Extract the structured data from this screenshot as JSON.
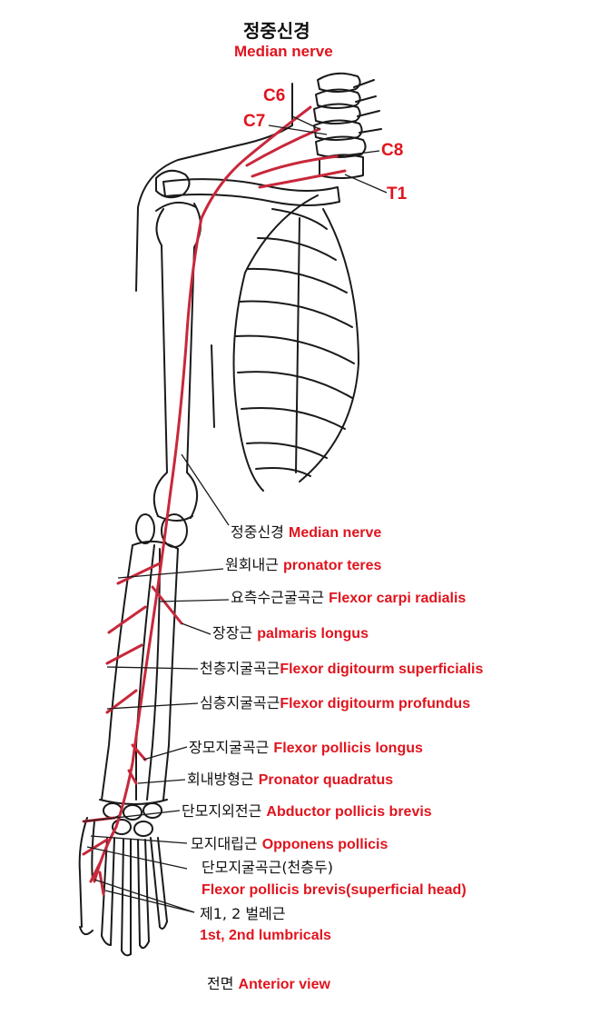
{
  "title": {
    "korean": "정중신경",
    "english": "Median nerve"
  },
  "spinal_levels": [
    "C6",
    "C7",
    "C8",
    "T1"
  ],
  "labels": [
    {
      "korean": "정중신경",
      "english": "Median nerve"
    },
    {
      "korean": "원회내근",
      "english": "pronator teres"
    },
    {
      "korean": "요측수근굴곡근",
      "english": "Flexor carpi radialis"
    },
    {
      "korean": "장장근",
      "english": "palmaris longus"
    },
    {
      "korean": "천층지굴곡근",
      "english": "Flexor digitourm superficialis"
    },
    {
      "korean": "심층지굴곡근",
      "english": "Flexor digitourm profundus"
    },
    {
      "korean": "장모지굴곡근",
      "english": "Flexor pollicis longus"
    },
    {
      "korean": "회내방형근",
      "english": "Pronator quadratus"
    },
    {
      "korean": "단모지외전근",
      "english": "Abductor pollicis brevis"
    },
    {
      "korean": "모지대립근",
      "english": "Opponens pollicis"
    },
    {
      "korean": "단모지굴곡근(천층두)",
      "english": "Flexor pollicis brevis(superficial head)"
    },
    {
      "korean": "제1, 2 벌레근",
      "english": "1st, 2nd lumbricals"
    }
  ],
  "view": {
    "korean": "전면",
    "english": "Anterior view"
  },
  "colors": {
    "nerve": "#c8283a",
    "label_red": "#e0141e",
    "ink": "#111111"
  }
}
